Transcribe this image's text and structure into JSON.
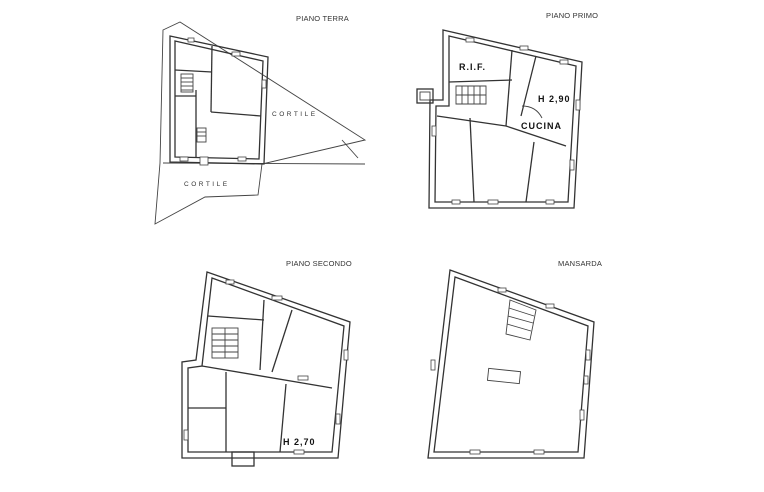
{
  "plans": {
    "ground": {
      "title": "PIANO TERRA",
      "courtyard_right": "CORTILE",
      "courtyard_bottom": "CORTILE"
    },
    "first": {
      "title": "PIANO PRIMO",
      "storage": "R.I.F.",
      "height": "H 2,90",
      "kitchen": "CUCINA"
    },
    "second": {
      "title": "PIANO SECONDO",
      "height": "H 2,70"
    },
    "attic": {
      "title": "MANSARDA"
    }
  }
}
